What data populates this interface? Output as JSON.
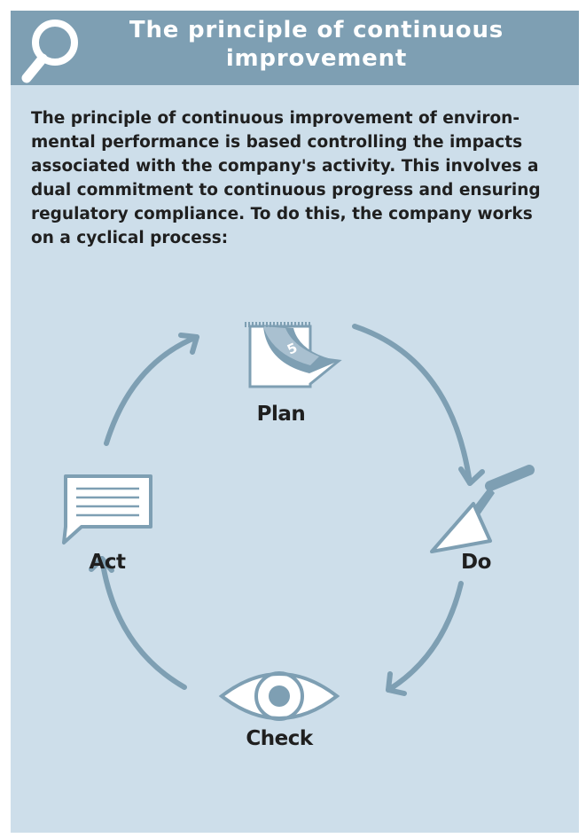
{
  "header": {
    "title": "The principle of continuous improvement",
    "icon": "search-icon"
  },
  "intro": "The principle of continuous improvement of environ-mental performance is based controlling the impacts associated with the company's activity. This involves a dual commitment to continuous progress and ensuring regulatory compliance. To do this, the company works on a cyclical process:",
  "cycle": {
    "stages": [
      {
        "label": "Plan",
        "icon": "calendar-icon"
      },
      {
        "label": "Do",
        "icon": "trowel-icon"
      },
      {
        "label": "Check",
        "icon": "eye-icon"
      },
      {
        "label": "Act",
        "icon": "speech-bubble-icon"
      }
    ],
    "calendar_day": "5"
  },
  "colors": {
    "panel": "#cddeea",
    "header": "#7e9fb3",
    "accent": "#7e9fb3",
    "text": "#1f1f1f"
  }
}
